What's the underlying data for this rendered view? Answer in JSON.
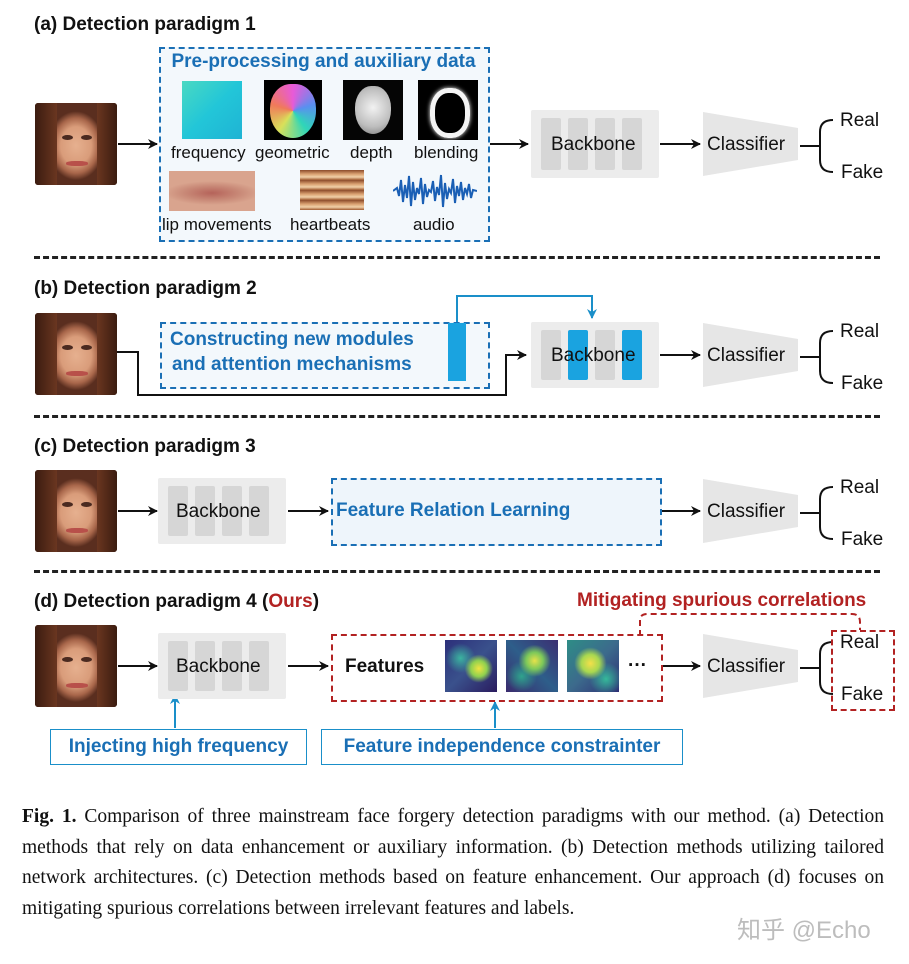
{
  "paradigm_a": {
    "title": "(a) Detection paradigm 1",
    "box_title": "Pre-processing and auxiliary data",
    "items": [
      "frequency",
      "geometric",
      "depth",
      "blending",
      "lip movements",
      "heartbeats",
      "audio"
    ],
    "backbone": "Backbone",
    "classifier": "Classifier",
    "real": "Real",
    "fake": "Fake"
  },
  "paradigm_b": {
    "title": "(b) Detection paradigm 2",
    "module_line1": "Constructing new modules",
    "module_line2": "and attention mechanisms",
    "backbone": "Backbone",
    "classifier": "Classifier",
    "real": "Real",
    "fake": "Fake"
  },
  "paradigm_c": {
    "title": "(c) Detection paradigm 3",
    "backbone": "Backbone",
    "frl": "Feature Relation Learning",
    "classifier": "Classifier",
    "real": "Real",
    "fake": "Fake"
  },
  "paradigm_d": {
    "title_prefix": "(d) Detection paradigm 4 (",
    "title_ours": "Ours",
    "title_suffix": ")",
    "mitigating": "Mitigating spurious correlations",
    "backbone": "Backbone",
    "features": "Features",
    "ellipsis": "···",
    "classifier": "Classifier",
    "real": "Real",
    "fake": "Fake",
    "inject": "Injecting high frequency",
    "constrainter": "Feature independence constrainter"
  },
  "caption": {
    "label": "Fig. 1.",
    "text": "Comparison of three mainstream face forgery detection paradigms with our method. (a) Detection methods that rely on data enhancement or auxiliary information. (b) Detection methods utilizing tailored network architectures. (c) Detection methods based on feature enhancement. Our approach (d) focuses on mitigating spurious correlations between irrelevant features and labels."
  },
  "watermark": "知乎 @Echo",
  "colors": {
    "blue": "#1a6fb5",
    "red": "#b22222",
    "cyan": "#1aa3e0"
  }
}
